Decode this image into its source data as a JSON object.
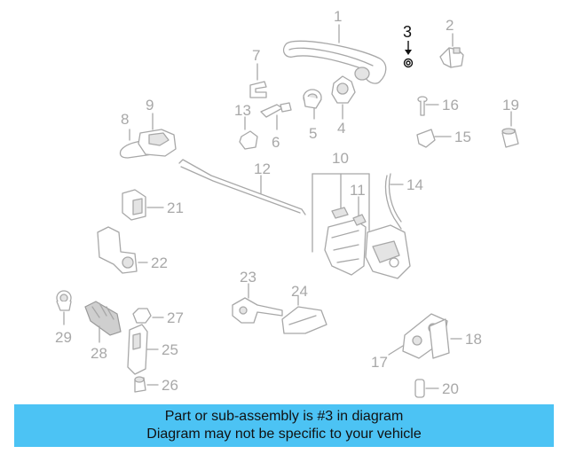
{
  "callouts": {
    "c1": "1",
    "c2": "2",
    "c3": "3",
    "c4": "4",
    "c5": "5",
    "c6": "6",
    "c7": "7",
    "c8": "8",
    "c9": "9",
    "c10": "10",
    "c11": "11",
    "c12": "12",
    "c13": "13",
    "c14": "14",
    "c15": "15",
    "c16": "16",
    "c17": "17",
    "c18": "18",
    "c19": "19",
    "c20": "20",
    "c21": "21",
    "c22": "22",
    "c23": "23",
    "c24": "24",
    "c25": "25",
    "c26": "26",
    "c27": "27",
    "c28": "28",
    "c29": "29"
  },
  "highlight": {
    "color": "#111111"
  },
  "banner": {
    "line1": "Part or sub-assembly is #3 in diagram",
    "line2": "Diagram may not be specific to your vehicle",
    "color": "#4cc3f4"
  }
}
